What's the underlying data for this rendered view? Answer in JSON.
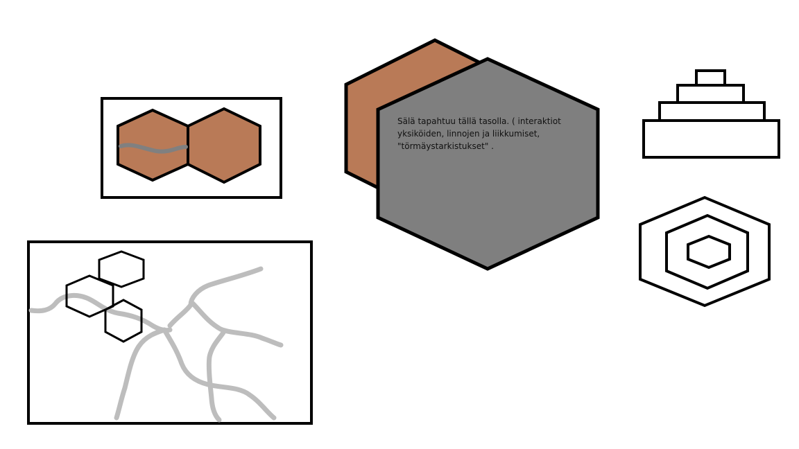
{
  "colors": {
    "background": "#ffffff",
    "outline": "#000000",
    "terrain_brown": "#b97a57",
    "layer_gray": "#7f7f7f",
    "river_gray": "#bdbdbd",
    "river_dark_gray": "#808080"
  },
  "note": {
    "text": "Sälä tapahtuu tällä tasolla. ( interaktiot\nyksiköiden, linnojen ja liikkumiset,\n\"törmäystarkistukset\" ."
  },
  "icons": {
    "two_hex_tile": "two-brown-hex-tiles-with-river",
    "map_panel": "map-with-rivers-and-hex-grid",
    "layers": "stacked-hex-layers",
    "stepped_pyramid": "stepped-pyramid",
    "concentric_hexagons": "concentric-hexagons"
  }
}
